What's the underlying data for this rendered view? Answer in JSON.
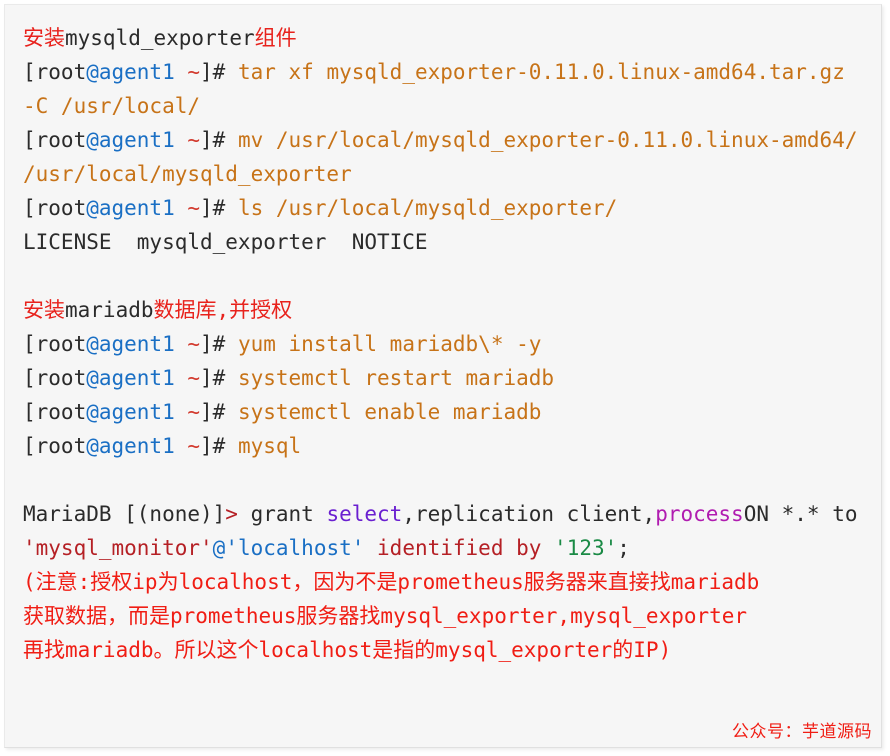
{
  "panel": {
    "background_color": "#f6f6f6",
    "border_color": "#eaeaea"
  },
  "colors": {
    "heading_cn": "#e8221c",
    "heading_latin": "#2b2b2b",
    "prompt_bracket": "#2b2b2b",
    "prompt_host": "#1a6fc4",
    "prompt_tilde": "#d23a2e",
    "command": "#c77318",
    "output": "#2b2b2b",
    "sql_keyword_select": "#6a1fd0",
    "sql_keyword_process": "#b01cb0",
    "sql_string_user": "#b52025",
    "sql_at": "#1a6fc4",
    "sql_string_host": "#1a6fc4",
    "sql_identified_by": "#b52025",
    "sql_password": "#1a8a45",
    "annotation": "#f01d14",
    "footer": "#f01d14"
  },
  "blocks": [
    {
      "id": "install-mysqld-exporter",
      "heading": {
        "cn_prefix": "安装",
        "latin": "mysqld_exporter",
        "cn_suffix": "组件"
      },
      "lines": [
        {
          "type": "command",
          "prompt_open": "[root",
          "prompt_host": "@agent1",
          "prompt_tilde": " ~",
          "prompt_close": "]# ",
          "command": "tar xf mysqld_exporter-0.11.0.linux-amd64.tar.gz -C /usr/local/"
        },
        {
          "type": "command",
          "prompt_open": "[root",
          "prompt_host": "@agent1",
          "prompt_tilde": " ~",
          "prompt_close": "]# ",
          "command": "mv /usr/local/mysqld_exporter-0.11.0.linux-amd64/ /usr/local/mysqld_exporter"
        },
        {
          "type": "command",
          "prompt_open": "[root",
          "prompt_host": "@agent1",
          "prompt_tilde": " ~",
          "prompt_close": "]# ",
          "command": "ls /usr/local/mysqld_exporter/"
        },
        {
          "type": "output",
          "text": "LICENSE  mysqld_exporter  NOTICE"
        }
      ]
    },
    {
      "id": "install-mariadb",
      "heading": {
        "cn_prefix": "安装",
        "latin": "mariadb",
        "cn_suffix": "数据库,并授权"
      },
      "lines": [
        {
          "type": "command",
          "prompt_open": "[root",
          "prompt_host": "@agent1",
          "prompt_tilde": " ~",
          "prompt_close": "]# ",
          "command": "yum install mariadb\\* -y"
        },
        {
          "type": "command",
          "prompt_open": "[root",
          "prompt_host": "@agent1",
          "prompt_tilde": " ~",
          "prompt_close": "]# ",
          "command": "systemctl restart mariadb"
        },
        {
          "type": "command",
          "prompt_open": "[root",
          "prompt_host": "@agent1",
          "prompt_tilde": " ~",
          "prompt_close": "]# ",
          "command": "systemctl enable mariadb"
        },
        {
          "type": "command",
          "prompt_open": "[root",
          "prompt_host": "@agent1",
          "prompt_tilde": " ~",
          "prompt_close": "]# ",
          "command": "mysql"
        }
      ]
    }
  ],
  "sql": {
    "prompt": "MariaDB [(none)]",
    "gt": "> ",
    "grant": "grant ",
    "kw_select": "select",
    "mid1": ",replication client,",
    "kw_process": "process",
    "on_clause": "ON *.* to ",
    "user": "'mysql_monitor'",
    "at": "@",
    "host": "'localhost'",
    "identified_by": " identified by ",
    "password": "'123'",
    "semicolon": ";"
  },
  "annotation": {
    "line1": "(注意:授权ip为localhost，因为不是prometheus服务器来直接找mariadb",
    "line2": "获取数据，而是prometheus服务器找mysql_exporter,mysql_exporter",
    "line3": "再找mariadb。所以这个localhost是指的mysql_exporter的IP)"
  },
  "footer": {
    "text": "公众号：芋道源码"
  }
}
